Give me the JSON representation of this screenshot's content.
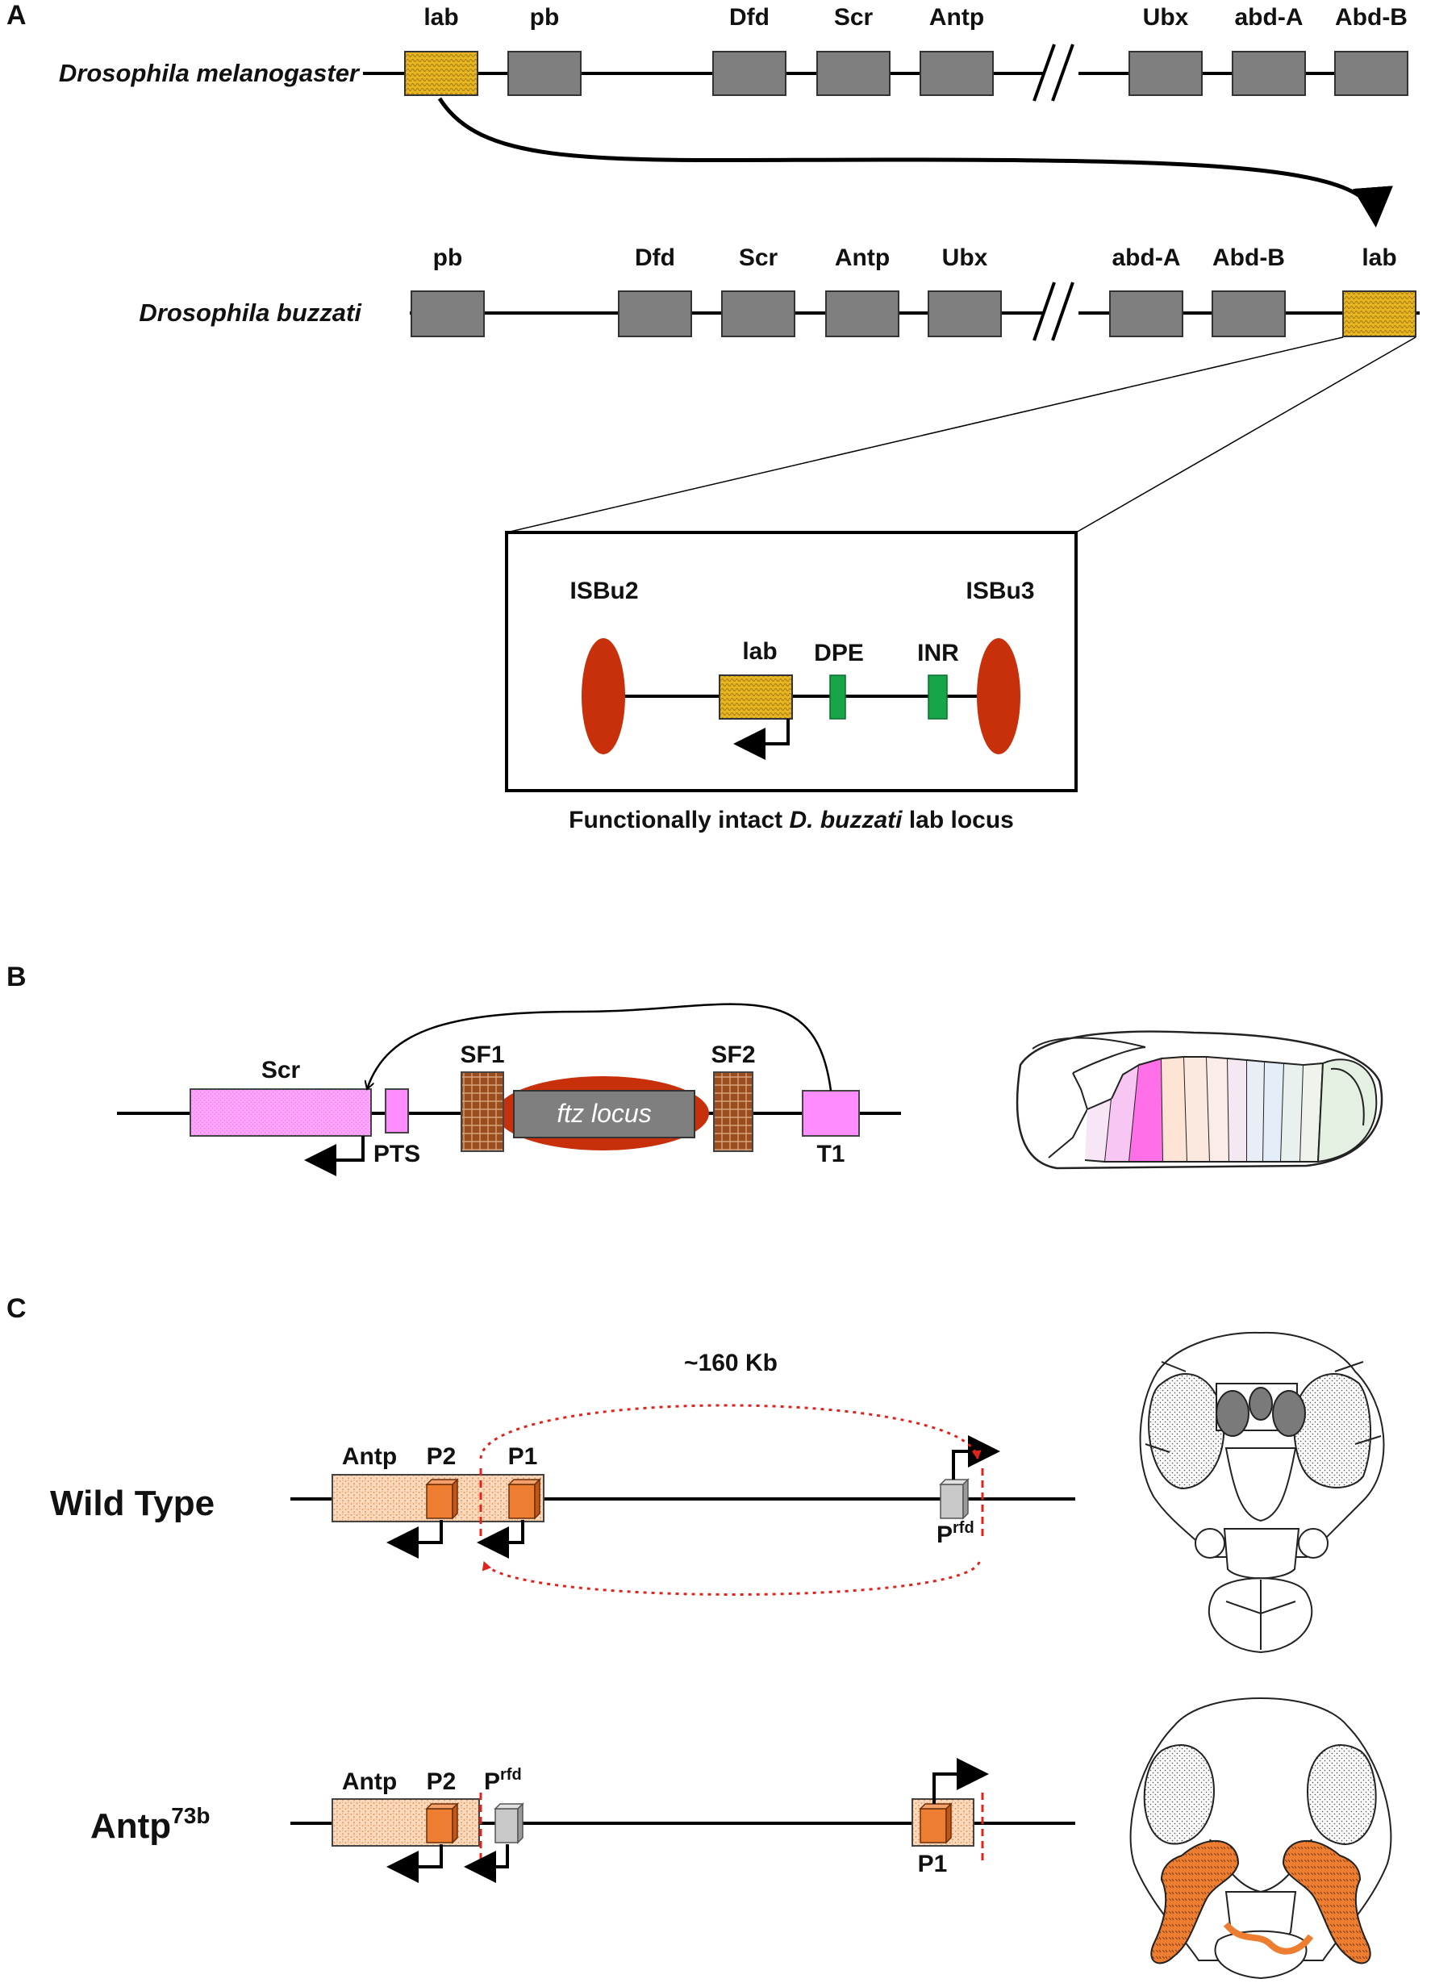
{
  "panelA": {
    "label": "A",
    "melanogaster": {
      "species": "Drosophila melanogaster",
      "genes": [
        "lab",
        "pb",
        "Dfd",
        "Scr",
        "Antp",
        "Ubx",
        "abd-A",
        "Abd-B"
      ]
    },
    "buzzati": {
      "species": "Drosophila buzzati",
      "genes": [
        "pb",
        "Dfd",
        "Scr",
        "Antp",
        "Ubx",
        "abd-A",
        "Abd-B",
        "lab"
      ]
    },
    "inset": {
      "left_insulator": "ISBu2",
      "right_insulator": "ISBu3",
      "gene": "lab",
      "elements": [
        "DPE",
        "INR"
      ],
      "caption_prefix": "Functionally intact ",
      "caption_italic": "D. buzzati",
      "caption_suffix": " lab locus"
    }
  },
  "panelB": {
    "label": "B",
    "scr": "Scr",
    "pts": "PTS",
    "sf1": "SF1",
    "sf2": "SF2",
    "ftz": "ftz locus",
    "t1": "T1"
  },
  "panelC": {
    "label": "C",
    "wildtype": {
      "title": "Wild Type",
      "distance": "~160 Kb",
      "antp": "Antp",
      "p2": "P2",
      "p1": "P1",
      "prfd_base": "P",
      "prfd_sup": "rfd"
    },
    "mutant": {
      "title_base": "Antp",
      "title_sup": "73b",
      "antp": "Antp",
      "p2": "P2",
      "prfd_base": "P",
      "prfd_sup": "rfd",
      "p1": "P1"
    }
  },
  "colors": {
    "gray_box": "#7f7f7f",
    "lab_yellow": "#e6b521",
    "insulator_red": "#c8300c",
    "green": "#17a54a",
    "pink": "#ff8dff",
    "brown": "#9a4d1e",
    "orange": "#ed7d31",
    "peach": "#f8cba7",
    "red_dotted": "#e0241c"
  }
}
